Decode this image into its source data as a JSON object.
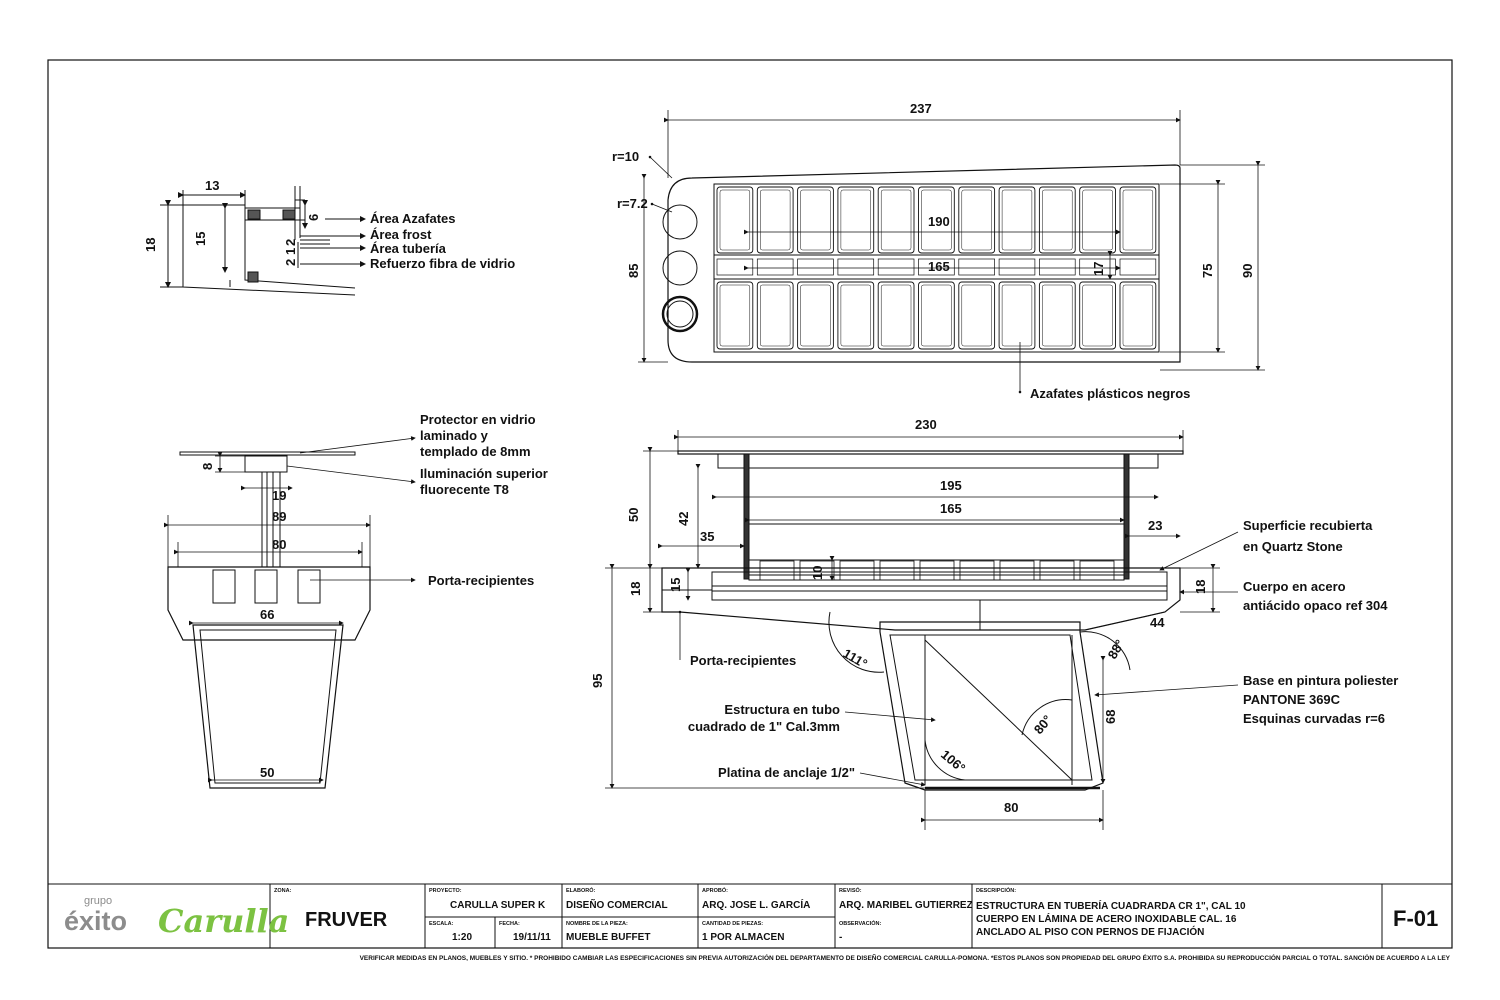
{
  "top_left": {
    "dims": {
      "w13": "13",
      "h18": "18",
      "h15": "15",
      "h6": "6",
      "h2": "2",
      "h1": "1",
      "h2b": "2"
    },
    "notes": [
      "Área Azafates",
      "Área frost",
      "Área tubería",
      "Refuerzo fibra de vidrio"
    ]
  },
  "top_right": {
    "dims": {
      "w237": "237",
      "r10": "r=10",
      "r72": "r=7.2",
      "w190": "190",
      "w165": "165",
      "h17": "17",
      "h85": "85",
      "h75": "75",
      "h90": "90"
    },
    "notes": [
      "Azafates plásticos negros"
    ]
  },
  "bottom_left": {
    "dims": {
      "h8": "8",
      "w19": "19",
      "w89": "89",
      "w80": "80",
      "w66": "66",
      "w50": "50"
    },
    "notes": {
      "protector": [
        "Protector en vidrio",
        "laminado y",
        "templado de 8mm"
      ],
      "iluminacion": [
        "Iluminación superior",
        "fluorecente T8"
      ],
      "porta": "Porta-recipientes"
    }
  },
  "bottom_right": {
    "dims": {
      "w230": "230",
      "w195": "195",
      "w165": "165",
      "w35": "35",
      "w23": "23",
      "h50": "50",
      "h42": "42",
      "h10": "10",
      "h18a": "18",
      "h15": "15",
      "h18b": "18",
      "w44": "44",
      "h95": "95",
      "h68": "68",
      "w80": "80",
      "a111": "111°",
      "a88": "88°",
      "a80": "80°",
      "a106": "106°"
    },
    "notes": {
      "superficie": [
        "Superficie recubierta",
        "en Quartz Stone"
      ],
      "cuerpo": [
        "Cuerpo en acero",
        "antiácido opaco ref 304"
      ],
      "base": [
        "Base en pintura poliester",
        "PANTONE 369C",
        "Esquinas curvadas r=6"
      ],
      "porta": "Porta-recipientes",
      "estructura": [
        "Estructura en tubo",
        "cuadrado de 1\" Cal.3mm"
      ],
      "platina": "Platina de anclaje 1/2\""
    }
  },
  "title_block": {
    "logo_grupo": "grupo",
    "logo_exito": "éxito",
    "logo_carulla": "Carulla",
    "zona_label": "ZONA:",
    "zona": "FRUVER",
    "proyecto_label": "PROYECTO:",
    "proyecto": "CARULLA SUPER K",
    "escala_label": "ESCALA:",
    "escala": "1:20",
    "fecha_label": "FECHA:",
    "fecha": "19/11/11",
    "elaboro_label": "ELABORÓ:",
    "elaboro": "DISEÑO COMERCIAL",
    "pieza_label": "NOMBRE DE LA PIEZA:",
    "pieza": "MUEBLE BUFFET",
    "aprobo_label": "APROBÓ:",
    "aprobo": "ARQ. JOSE L. GARCÍA",
    "cantidad_label": "CANTIDAD DE PIEZAS:",
    "cantidad": "1 POR ALMACEN",
    "reviso_label": "REVISÓ:",
    "reviso": "ARQ. MARIBEL GUTIERREZ",
    "observacion_label": "OBSERVACIÓN:",
    "observacion": "-",
    "descripcion_label": "DESCRIPCIÓN:",
    "descripcion": [
      "ESTRUCTURA EN TUBERÍA CUADRARDA CR 1\", CAL 10",
      "CUERPO EN LÁMINA DE ACERO INOXIDABLE CAL. 16",
      "ANCLADO AL PISO CON PERNOS DE FIJACIÓN"
    ],
    "code": "F-01"
  },
  "footer": "VERIFICAR MEDIDAS EN PLANOS, MUEBLES Y SITIO. * PROHIBIDO CAMBIAR LAS ESPECIFICACIONES SIN PREVIA AUTORIZACIÓN DEL DEPARTAMENTO DE DISEÑO COMERCIAL CARULLA-POMONA. *ESTOS PLANOS SON PROPIEDAD DEL GRUPO ÉXITO S.A. PROHIBIDA SU REPRODUCCIÓN PARCIAL O TOTAL. SANCIÓN DE ACUERDO A LA LEY",
  "colors": {
    "line": "#111111",
    "brand_green": "#7cc242",
    "brand_gray": "#8c8c8c"
  }
}
